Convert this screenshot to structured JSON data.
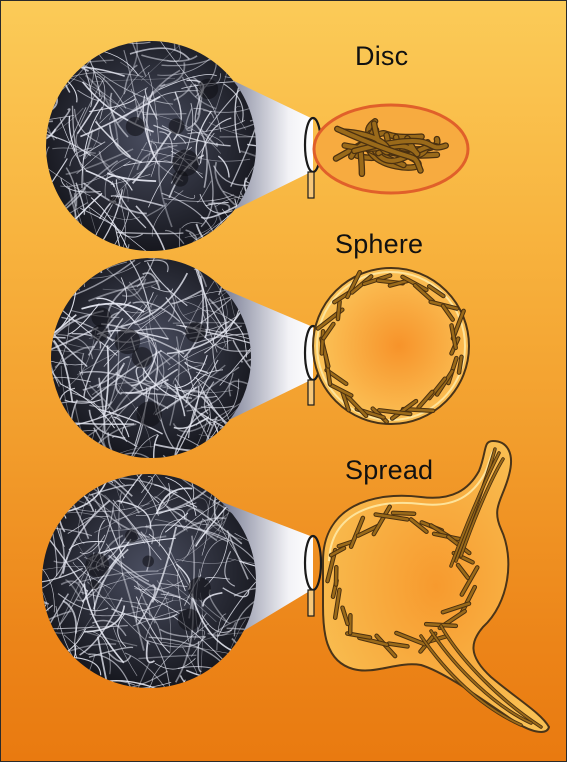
{
  "figure": {
    "stages": [
      {
        "key": "disc",
        "label": "Disc"
      },
      {
        "key": "sphere",
        "label": "Sphere"
      },
      {
        "key": "spread",
        "label": "Spread"
      }
    ]
  },
  "colors": {
    "background_top": "#fbcb58",
    "background_bottom": "#e97a10",
    "filament": "#9a6a1a",
    "disc_outline": "#e0602a",
    "micrograph_dark": "#1d1e26",
    "micrograph_fiber": "#e6e8f2"
  }
}
